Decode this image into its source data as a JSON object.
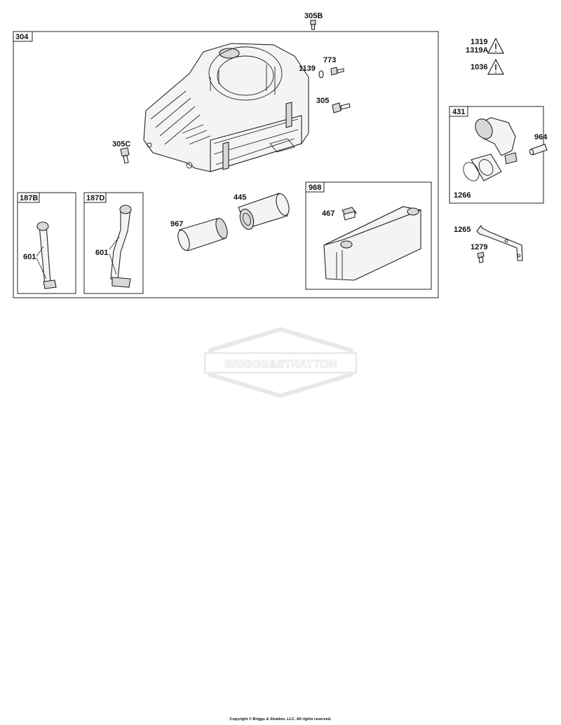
{
  "boxes": {
    "b304": "304",
    "b187B": "187B",
    "b187D": "187D",
    "b968": "968",
    "b431": "431"
  },
  "parts": {
    "p305B": "305B",
    "p773": "773",
    "p1139": "1139",
    "p305": "305",
    "p305C": "305C",
    "p445": "445",
    "p967": "967",
    "p467": "467",
    "p601a": "601",
    "p601b": "601",
    "p1319": "1319",
    "p1319A": "1319A",
    "p1036": "1036",
    "p964": "964",
    "p1266": "1266",
    "p1265": "1265",
    "p1279": "1279"
  },
  "watermark": "BRIGGS&STRATTON",
  "copyright": "Copyright © Briggs & Stratton, LLC. All rights reserved.",
  "colors": {
    "line": "#222222",
    "watermark": "#e4e4e4"
  }
}
